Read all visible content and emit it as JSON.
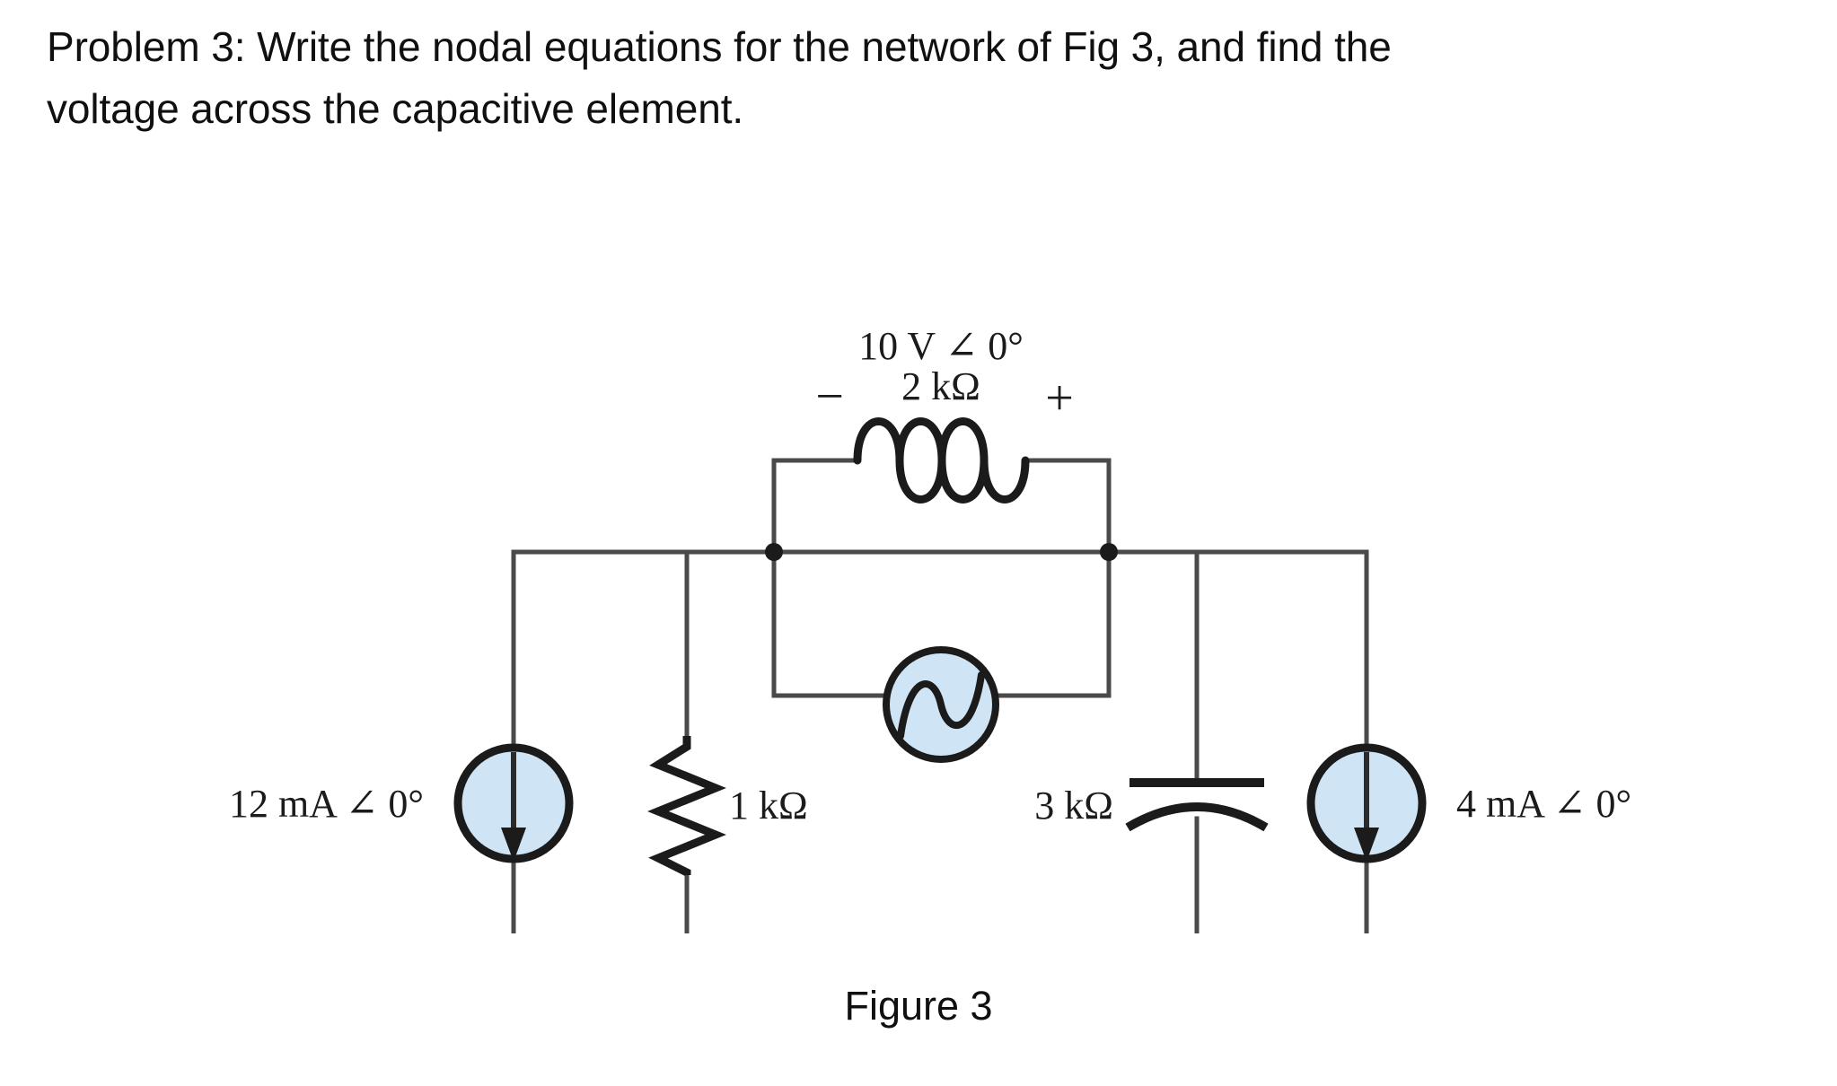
{
  "problem": {
    "line1": "Problem 3: Write the nodal equations for the network of Fig 3, and find the",
    "line2": "voltage across the capacitive element."
  },
  "figure": {
    "caption": "Figure 3",
    "colors": {
      "component_fill": "#cfe5f5",
      "wire": "#4a4a4a",
      "symbol_stroke": "#1b1b1b",
      "text": "#101010"
    },
    "components": {
      "inductor": {
        "label": "2 kΩ",
        "icon": "inductor-coil-icon"
      },
      "voltage_source": {
        "label": "10 V ∠ 0°",
        "minus_sign": "−",
        "plus_sign": "+",
        "icon": "ac-source-sine-icon"
      },
      "current_source_left": {
        "label": "12 mA ∠ 0°",
        "icon": "current-source-down-arrow-icon"
      },
      "resistor": {
        "label": "1 kΩ",
        "icon": "resistor-zigzag-icon"
      },
      "capacitor": {
        "label": "3 kΩ",
        "icon": "capacitor-curved-plate-icon"
      },
      "current_source_right": {
        "label": "4 mA ∠ 0°",
        "icon": "current-source-down-arrow-icon"
      },
      "ground": {
        "icon": "ground-symbol-icon"
      }
    }
  }
}
